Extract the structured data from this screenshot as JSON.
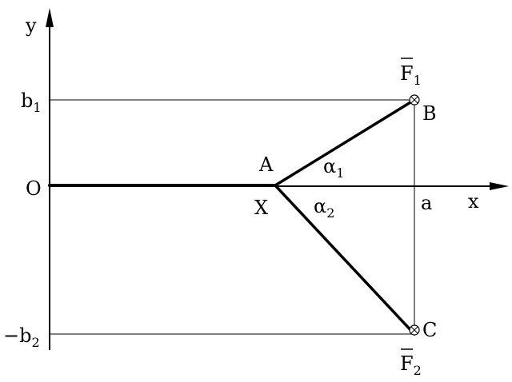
{
  "labels": {
    "y_axis": "y",
    "x_axis": "x",
    "origin": "O",
    "b1": "b",
    "b1_sub": "1",
    "neg_b2": "−b",
    "neg_b2_sub": "2",
    "point_a": "A",
    "point_x": "X",
    "point_b": "B",
    "point_c": "C",
    "dist_a": "a",
    "alpha1": "α",
    "alpha1_sub": "1",
    "alpha2": "α",
    "alpha2_sub": "2",
    "f1": "F",
    "f1_sub": "1",
    "f2": "F",
    "f2_sub": "2"
  },
  "icons": {
    "force_marker": "circled-cross-icon"
  }
}
